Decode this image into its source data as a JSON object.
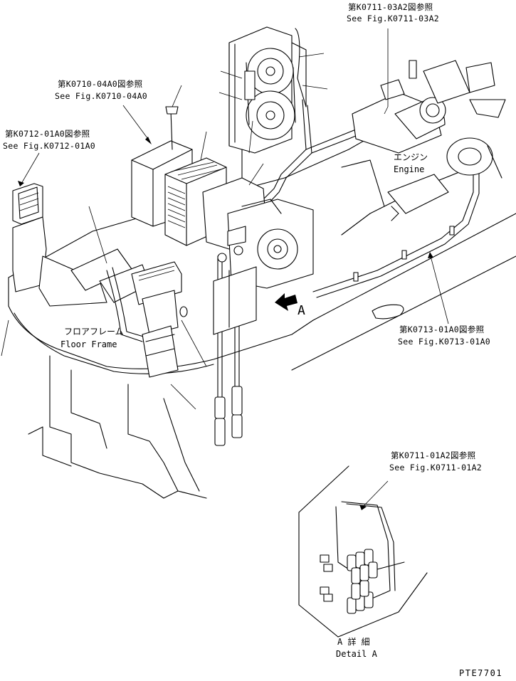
{
  "callouts": {
    "ref_0711_03a2": {
      "jp": "第K0711-03A2図参照",
      "en": "See Fig.K0711-03A2"
    },
    "ref_0710_04a0": {
      "jp": "第K0710-04A0図参照",
      "en": "See Fig.K0710-04A0"
    },
    "ref_0712_01a0": {
      "jp": "第K0712-01A0図参照",
      "en": "See Fig.K0712-01A0"
    },
    "ref_0713_01a0": {
      "jp": "第K0713-01A0図参照",
      "en": "See Fig.K0713-01A0"
    },
    "ref_0711_01a2": {
      "jp": "第K0711-01A2図参照",
      "en": "See Fig.K0711-01A2"
    }
  },
  "labels": {
    "engine_jp": "エンジン",
    "engine_en": "Engine",
    "floor_frame_jp": "フロアフレーム",
    "floor_frame_en": "Floor Frame",
    "view_marker": "A",
    "detail_jp": "A 詳 細",
    "detail_en": "Detail A"
  },
  "drawing_number": "PTE7701"
}
